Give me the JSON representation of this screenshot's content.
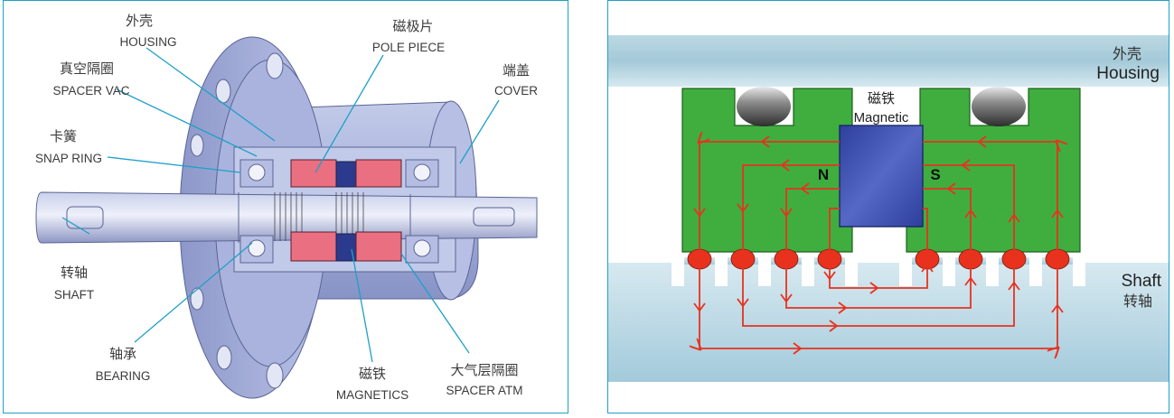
{
  "left_diagram": {
    "labels": {
      "housing_cn": "外壳",
      "housing_en": "HOUSING",
      "spacer_vac_cn": "真空隔圈",
      "spacer_vac_en": "SPACER VAC",
      "snap_ring_cn": "卡簧",
      "snap_ring_en": "SNAP RING",
      "shaft_cn": "转轴",
      "shaft_en": "SHAFT",
      "bearing_cn": "轴承",
      "bearing_en": "BEARING",
      "magnetics_cn": "磁铁",
      "magnetics_en": "MAGNETICS",
      "spacer_atm_cn": "大气层隔圈",
      "spacer_atm_en": "SPACER ATM",
      "cover_cn": "端盖",
      "cover_en": "COVER",
      "pole_piece_cn": "磁极片",
      "pole_piece_en": "POLE PIECE"
    }
  },
  "right_diagram": {
    "labels": {
      "housing_cn": "外壳",
      "housing_en": "Housing",
      "magnet_cn": "磁铁",
      "magnet_en": "Magnetic",
      "north": "N",
      "south": "S",
      "shaft_en": "Shaft",
      "shaft_cn": "转轴"
    }
  },
  "colors": {
    "border": "#1ea0c8",
    "housing_fill": "#9ec6d6",
    "pole_green": "#3fae3f",
    "magnet_blue": "#3347a8",
    "flux_red": "#e8321e",
    "body_blue": "#a7b3dc",
    "pole_pink": "#ea6f80"
  }
}
